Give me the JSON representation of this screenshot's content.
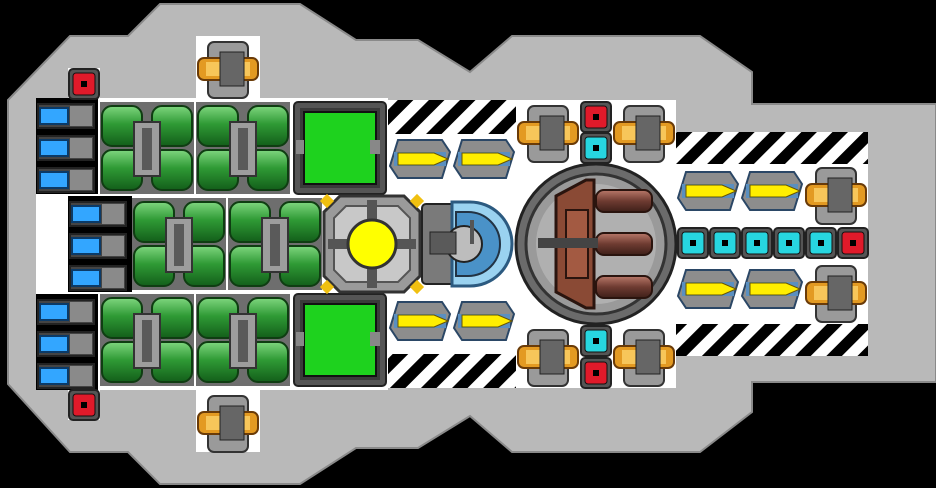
{
  "hull": {
    "color": "#b9b9b9",
    "edge_color": "#8a8a8a",
    "floor_color": "#ffffff"
  },
  "reactor": {
    "core_color": "#ffff00"
  },
  "rooms": {
    "green_color": "#1ed21e"
  },
  "cell_colors": {
    "red": "#e01a2a",
    "cyan": "#27d6e0"
  },
  "battery_color": "#33a6ff",
  "energy_cells": [
    "cyan",
    "cyan",
    "cyan",
    "cyan",
    "cyan",
    "red"
  ],
  "icons": [
    "thruster-icon",
    "cannon-icon",
    "missile-icon",
    "reactor-icon",
    "shield-generator-icon",
    "main-turret-icon",
    "energy-cell-icon",
    "fuel-tank-icon"
  ]
}
